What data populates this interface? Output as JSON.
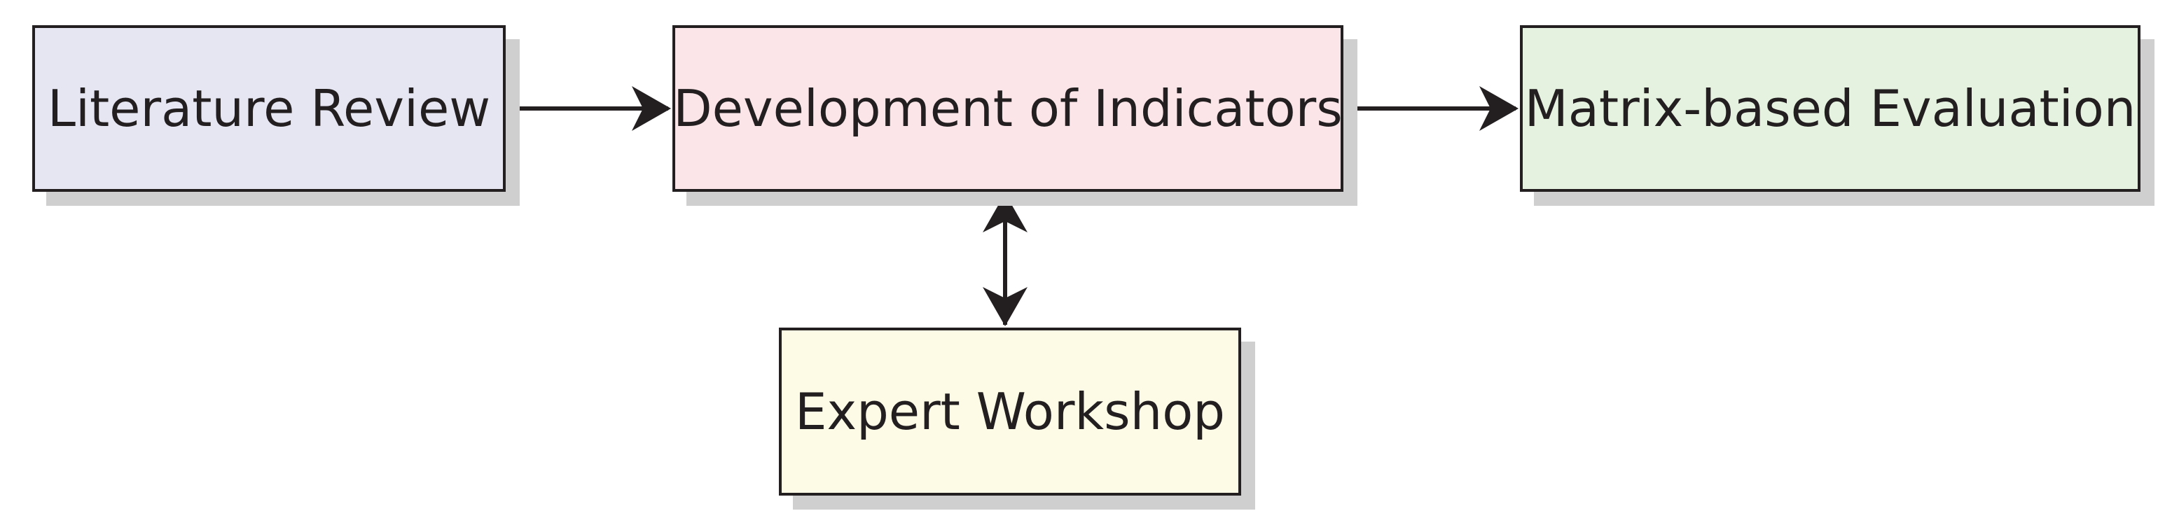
{
  "nodes": {
    "literature_review": {
      "label": "Literature Review",
      "fill": "#e6e6f2"
    },
    "development_of_indicators": {
      "label": "Development of Indicators",
      "fill": "#fbe5e8"
    },
    "matrix_based_evaluation": {
      "label": "Matrix-based Evaluation",
      "fill": "#e6f2e0"
    },
    "expert_workshop": {
      "label": "Expert Workshop",
      "fill": "#fdfbe6"
    }
  },
  "edges": [
    {
      "from": "literature_review",
      "to": "development_of_indicators",
      "direction": "forward"
    },
    {
      "from": "development_of_indicators",
      "to": "matrix_based_evaluation",
      "direction": "forward"
    },
    {
      "from": "development_of_indicators",
      "to": "expert_workshop",
      "direction": "both"
    }
  ],
  "colors": {
    "stroke": "#231f20",
    "shadow": "#cfcfcf"
  }
}
